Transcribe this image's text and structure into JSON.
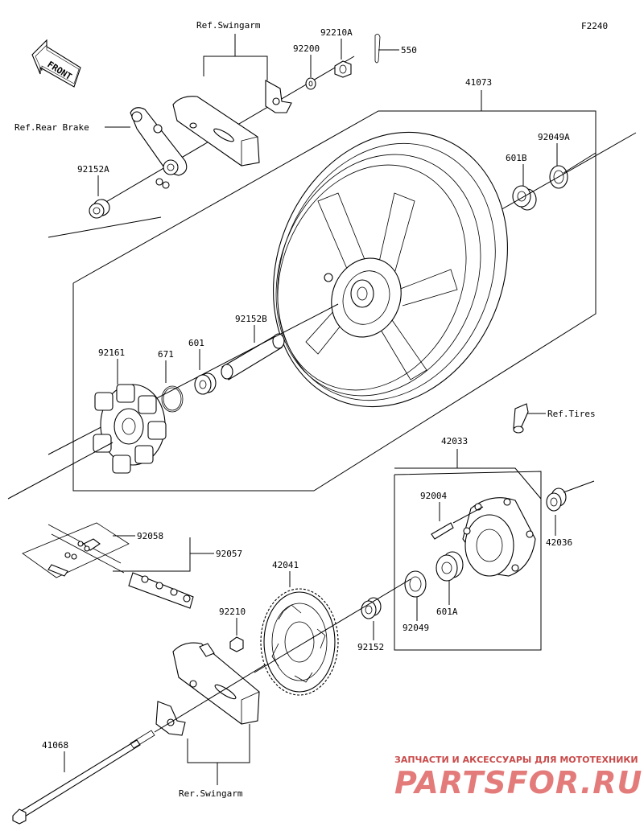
{
  "figure_code": "F2240",
  "front_label": "FRONT",
  "refs": {
    "swingarm": "Ref.Swingarm",
    "rear_brake": "Ref.Rear Brake",
    "tires": "Ref.Tires",
    "rer_swingarm": "Rer.Swingarm"
  },
  "parts": {
    "p550": "550",
    "p92210A": "92210A",
    "p92200": "92200",
    "p41073": "41073",
    "p92049A": "92049A",
    "p601B": "601B",
    "p92152A": "92152A",
    "p92152B": "92152B",
    "p92161": "92161",
    "p671": "671",
    "p601": "601",
    "p42033": "42033",
    "p92004": "92004",
    "p42036": "42036",
    "p92058": "92058",
    "p92057": "92057",
    "p42041": "42041",
    "p92210": "92210",
    "p92152": "92152",
    "p92049": "92049",
    "p601A": "601A",
    "p41068": "41068"
  },
  "watermark": {
    "caption": "ЗАПЧАСТИ И АКСЕССУАРЫ ДЛЯ МОТОТЕХНИКИ",
    "brand": "PARTSFOR.RU"
  }
}
